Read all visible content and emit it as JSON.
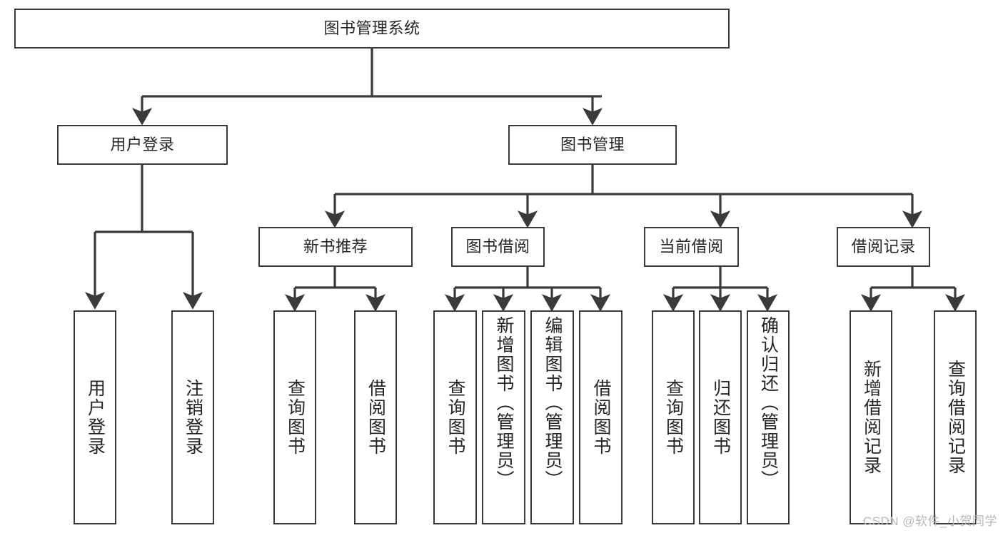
{
  "diagram": {
    "title": "图书管理系统",
    "type": "tree",
    "watermark": "CSDN @软件_小贺同学",
    "colors": {
      "box_border": "#3a3a3a",
      "box_fill": "#ffffff",
      "text": "#262626",
      "connector": "#3a3a3a",
      "watermark": "#b9b9b9",
      "background": "#ffffff"
    },
    "root": {
      "label": "图书管理系统"
    },
    "level1": [
      {
        "id": "user-login",
        "label": "用户登录"
      },
      {
        "id": "book-management",
        "label": "图书管理"
      }
    ],
    "level2": [
      {
        "id": "new-book-recommend",
        "label": "新书推荐",
        "parent": "book-management"
      },
      {
        "id": "book-borrow",
        "label": "图书借阅",
        "parent": "book-management"
      },
      {
        "id": "current-borrow",
        "label": "当前借阅",
        "parent": "book-management"
      },
      {
        "id": "borrow-record",
        "label": "借阅记录",
        "parent": "book-management"
      }
    ],
    "leaves": {
      "user_login": [
        {
          "id": "leaf-user-login",
          "label": "用户登录"
        },
        {
          "id": "leaf-logout-login",
          "label": "注销登录"
        }
      ],
      "new_book_recommend": [
        {
          "id": "leaf-query-book-1",
          "label": "查询图书"
        },
        {
          "id": "leaf-borrow-book-1",
          "label": "借阅图书"
        }
      ],
      "book_borrow": [
        {
          "id": "leaf-query-book-2",
          "label": "查询图书"
        },
        {
          "id": "leaf-add-book",
          "label": "新增图书（管理员）"
        },
        {
          "id": "leaf-edit-book",
          "label": "编辑图书（管理员）"
        },
        {
          "id": "leaf-borrow-book-2",
          "label": "借阅图书"
        }
      ],
      "current_borrow": [
        {
          "id": "leaf-query-book-3",
          "label": "查询图书"
        },
        {
          "id": "leaf-return-book",
          "label": "归还图书"
        },
        {
          "id": "leaf-confirm-return",
          "label": "确认归还（管理员）"
        }
      ],
      "borrow_record": [
        {
          "id": "leaf-add-record",
          "label": "新增借阅记录"
        },
        {
          "id": "leaf-query-record",
          "label": "查询借阅记录"
        }
      ]
    }
  }
}
